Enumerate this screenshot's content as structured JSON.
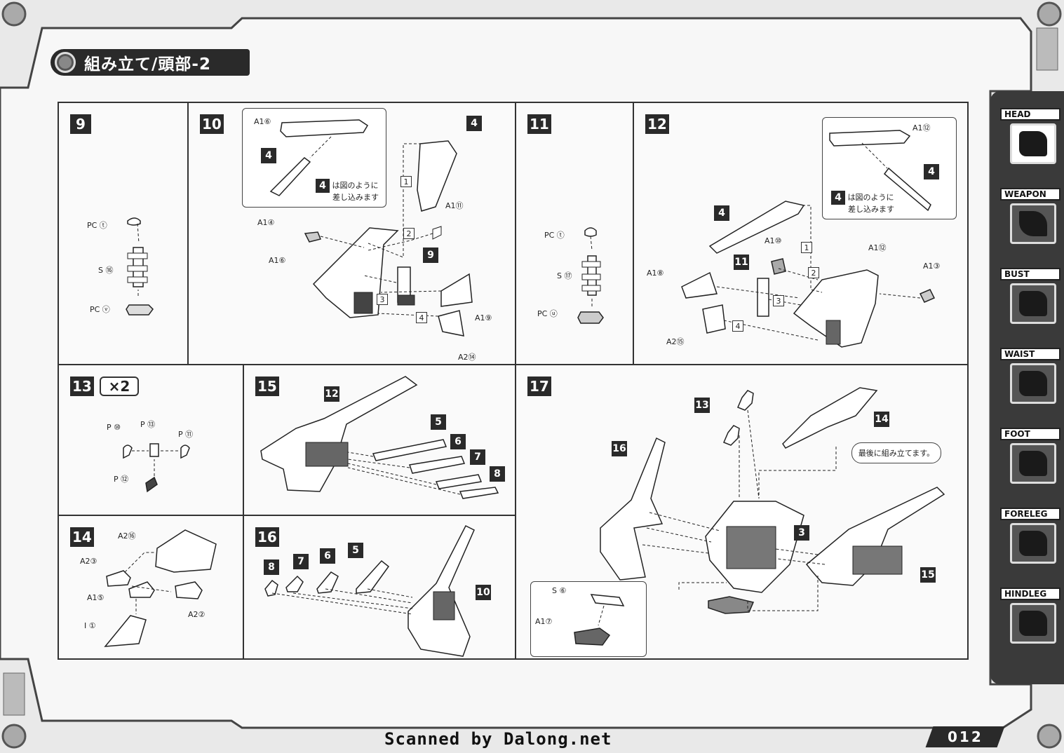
{
  "header": {
    "title": "組み立て/頭部-2"
  },
  "steps": {
    "s9": {
      "num": "9",
      "labels": {
        "a": "PC ⓣ",
        "b": "S ⑯",
        "c": "PC ⓥ"
      }
    },
    "s10": {
      "num": "10",
      "labels": {
        "a": "A1⑥",
        "b": "A1④",
        "c": "A1⑥",
        "d": "A1⑪",
        "e": "A1⑨",
        "f": "A2⑭"
      },
      "callout": {
        "label": "A1⑥",
        "num": "4",
        "text1": "は図のように",
        "text2": "差し込みます"
      },
      "tags": [
        "4",
        "9"
      ],
      "seq": [
        "1",
        "2",
        "3",
        "4"
      ]
    },
    "s11": {
      "num": "11",
      "labels": {
        "a": "PC ⓣ",
        "b": "S ⑰",
        "c": "PC ⓤ"
      }
    },
    "s12": {
      "num": "12",
      "labels": {
        "a": "A1⑩",
        "b": "A1⑫",
        "c": "A1③",
        "d": "A1⑧",
        "e": "A2⑮"
      },
      "callout": {
        "label": "A1⑫",
        "num": "4",
        "text1": "は図のように",
        "text2": "差し込みます"
      },
      "tags": [
        "4",
        "11"
      ],
      "seq": [
        "1",
        "2",
        "3",
        "4"
      ]
    },
    "s13": {
      "num": "13",
      "times": "×2",
      "labels": {
        "a": "P ⑩",
        "b": "P ⑬",
        "c": "P ⑪",
        "d": "P ⑫"
      }
    },
    "s14": {
      "num": "14",
      "labels": {
        "a": "A2⑯",
        "b": "A2③",
        "c": "A1⑤",
        "d": "A2②",
        "e": "I ①"
      }
    },
    "s15": {
      "num": "15",
      "tags": [
        "12",
        "5",
        "6",
        "7",
        "8"
      ]
    },
    "s16": {
      "num": "16",
      "tags": [
        "8",
        "7",
        "6",
        "5",
        "10"
      ]
    },
    "s17": {
      "num": "17",
      "tags": [
        "13",
        "14",
        "16",
        "3",
        "15"
      ],
      "note": "最後に組み立てます。",
      "inset": {
        "a": "S ⑥",
        "b": "A1⑦"
      }
    }
  },
  "nav": [
    "HEAD",
    "WEAPON",
    "BUST",
    "WAIST",
    "FOOT",
    "FORELEG",
    "HINDLEG"
  ],
  "page": "012",
  "watermark": "Scanned by Dalong.net"
}
